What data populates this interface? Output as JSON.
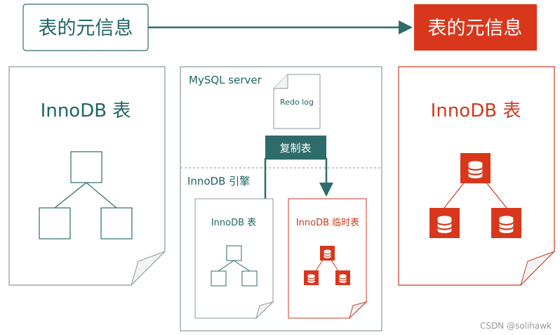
{
  "colors": {
    "teal": "#2e6b6b",
    "teal_text": "#1f6464",
    "red": "#d9371c",
    "red_text": "#cf3a1f",
    "border_gray": "#8a9a9a",
    "fold_fill": "#f3f3f3",
    "watermark": "#9a9a9a"
  },
  "top_left_box": {
    "label": "表的元信息"
  },
  "top_right_box": {
    "label": "表的元信息"
  },
  "left_doc": {
    "title": "InnoDB 表"
  },
  "right_doc": {
    "title": "InnoDB 表"
  },
  "center": {
    "server_label": "MySQL server",
    "redo_log": "Redo log",
    "copy_label": "复制表",
    "engine_label": "InnoDB 引擎",
    "inner_left_title": "InnoDB 表",
    "inner_right_title": "InnoDB 临时表"
  },
  "icons": {
    "left_tree": "tree-diagram-icon",
    "right_tree": "database-tree-icon"
  },
  "watermark": "CSDN @solihawk"
}
